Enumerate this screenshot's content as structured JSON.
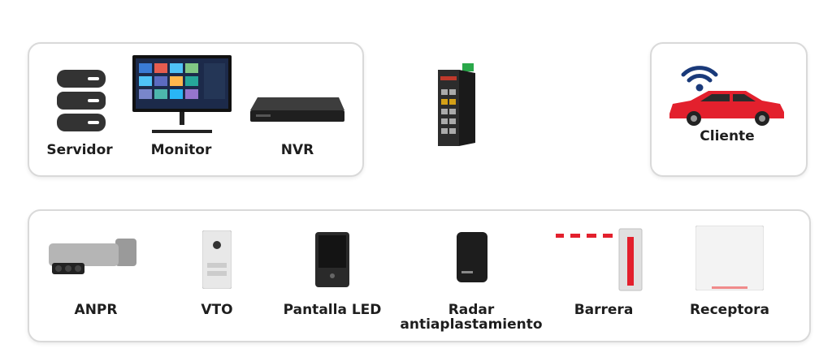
{
  "top_group": {
    "items": [
      {
        "label": "Servidor",
        "icon": "server-icon"
      },
      {
        "label": "Monitor",
        "icon": "monitor-icon"
      },
      {
        "label": "NVR",
        "icon": "nvr-icon"
      }
    ]
  },
  "center_device": {
    "icon": "network-switch-icon"
  },
  "client_group": {
    "label": "Cliente",
    "icon": "car-wifi-icon"
  },
  "bottom_group": {
    "items": [
      {
        "label": "ANPR",
        "icon": "anpr-camera-icon"
      },
      {
        "label": "VTO",
        "icon": "door-station-icon"
      },
      {
        "label": "Pantalla LED",
        "icon": "led-display-icon"
      },
      {
        "label": "Radar",
        "label2": "antiaplastamiento",
        "icon": "radar-icon"
      },
      {
        "label": "Barrera",
        "icon": "barrier-gate-icon"
      },
      {
        "label": "Receptora",
        "icon": "receiver-icon"
      }
    ]
  },
  "colors": {
    "border": "#d9d9d9",
    "accent_red": "#e3202d",
    "wifi_blue": "#1a3a7a",
    "text": "#1e1e1e"
  }
}
